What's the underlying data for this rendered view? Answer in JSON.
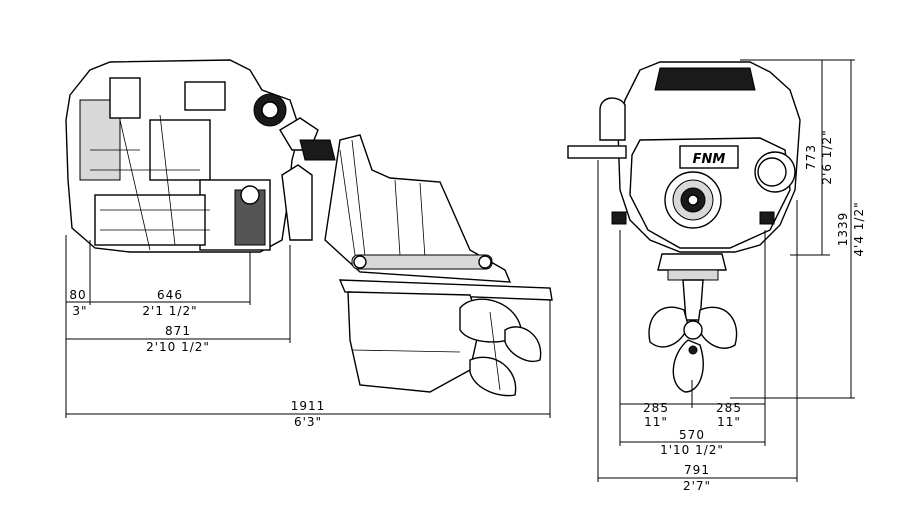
{
  "logo_text": "FNM",
  "side_view": {
    "dims": [
      {
        "value": "80",
        "imperial": "3\""
      },
      {
        "value": "646",
        "imperial": "2'1 1/2\""
      },
      {
        "value": "871",
        "imperial": "2'10 1/2\""
      },
      {
        "value": "1911",
        "imperial": "6'3\""
      }
    ]
  },
  "front_view": {
    "dims": [
      {
        "value": "285",
        "imperial": "11\""
      },
      {
        "value": "285",
        "imperial": "11\""
      },
      {
        "value": "570",
        "imperial": "1'10 1/2\""
      },
      {
        "value": "791",
        "imperial": "2'7\""
      },
      {
        "value": "773",
        "imperial": "2'6 1/2\""
      },
      {
        "value": "1339",
        "imperial": "4'4 1/2\""
      }
    ]
  }
}
